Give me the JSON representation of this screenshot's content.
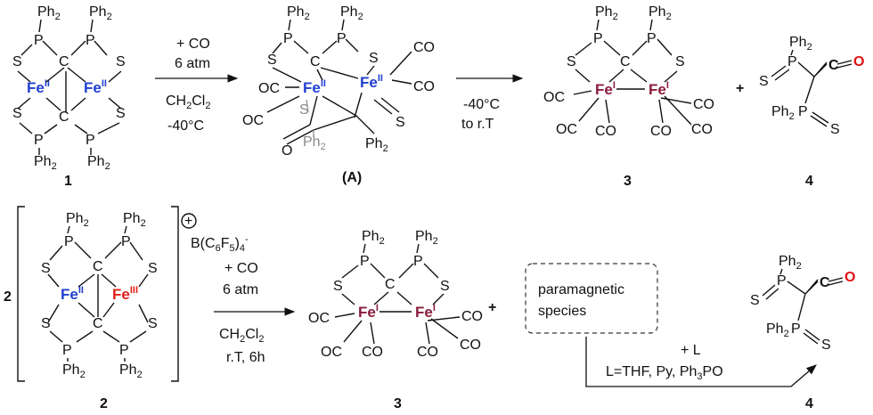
{
  "ph2": "Ph",
  "ph2_sub": "2",
  "s": "S",
  "p": "P",
  "c": "C",
  "o": "O",
  "fe": "Fe",
  "ox2": "II",
  "ox3": "III",
  "ox1": "I",
  "co": "CO",
  "oc": "OC",
  "plus": "+",
  "compounds": {
    "c1": "1",
    "cA": "(A)",
    "c3": "3",
    "c4": "4",
    "c2": "2"
  },
  "reaction1": {
    "line1": "+ CO",
    "line2": "6 atm",
    "solvent": "CH",
    "solvent_sub": "2",
    "solvent_end": "Cl",
    "solvent_sub2": "2",
    "temp": "-40°C"
  },
  "reaction2": {
    "line1": "-40°C",
    "line2": "to r.T"
  },
  "reaction3": {
    "counterion_pre": "B(C",
    "counterion_sub1": "6",
    "counterion_mid": "F",
    "counterion_sub2": "5",
    "counterion_end": ")",
    "counterion_sub3": "4",
    "counterion_charge": "-",
    "plus_circle": "+",
    "line1": "+ CO",
    "line2": "6 atm",
    "solvent": "CH",
    "solvent_sub": "2",
    "solvent_end": "Cl",
    "solvent_sub2": "2",
    "cond": "r.T, 6h"
  },
  "paramagnetic": {
    "line1": "paramagnetic",
    "line2": "species"
  },
  "ligand": {
    "line1": "+ L",
    "line2": "L=THF, Py, Ph",
    "line2_sub": "3",
    "line2_end": "PO"
  },
  "coefficient": "2"
}
